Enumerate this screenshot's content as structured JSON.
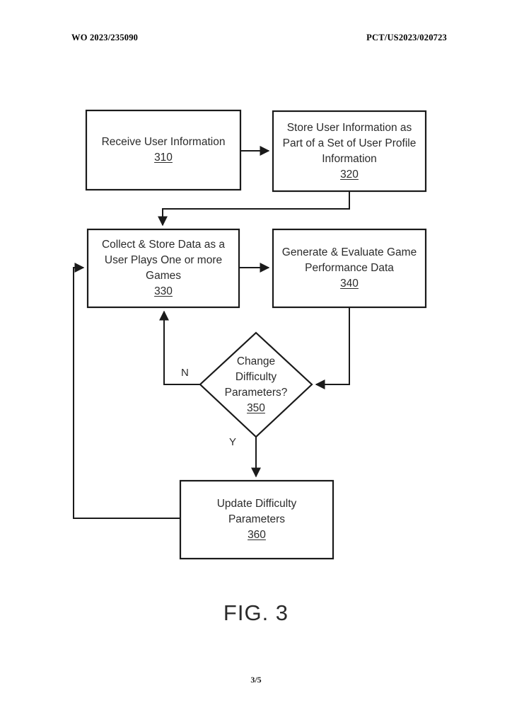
{
  "document": {
    "header": {
      "publication_number": "WO 2023/235090",
      "application_number": "PCT/US2023/020723"
    },
    "figure_caption": "FIG. 3",
    "page_number": "3/5"
  },
  "flowchart": {
    "nodes": [
      {
        "id": "310",
        "shape": "rectangle",
        "lines": [
          "Receive User Information"
        ],
        "ref": "310"
      },
      {
        "id": "320",
        "shape": "rectangle",
        "lines": [
          "Store User Information as",
          "Part of a Set of User Profile",
          "Information"
        ],
        "ref": "320"
      },
      {
        "id": "330",
        "shape": "rectangle",
        "lines": [
          "Collect & Store Data as a",
          "User Plays One or more",
          "Games"
        ],
        "ref": "330"
      },
      {
        "id": "340",
        "shape": "rectangle",
        "lines": [
          "Generate & Evaluate Game",
          "Performance Data"
        ],
        "ref": "340"
      },
      {
        "id": "350",
        "shape": "diamond",
        "lines": [
          "Change",
          "Difficulty",
          "Parameters?"
        ],
        "ref": "350"
      },
      {
        "id": "360",
        "shape": "rectangle",
        "lines": [
          "Update Difficulty",
          "Parameters"
        ],
        "ref": "360"
      }
    ],
    "edge_labels": {
      "no_branch": "N",
      "yes_branch": "Y"
    },
    "colors": {
      "stroke": "#1a1a1a",
      "text": "#2b2b2b",
      "background": "#ffffff"
    }
  }
}
